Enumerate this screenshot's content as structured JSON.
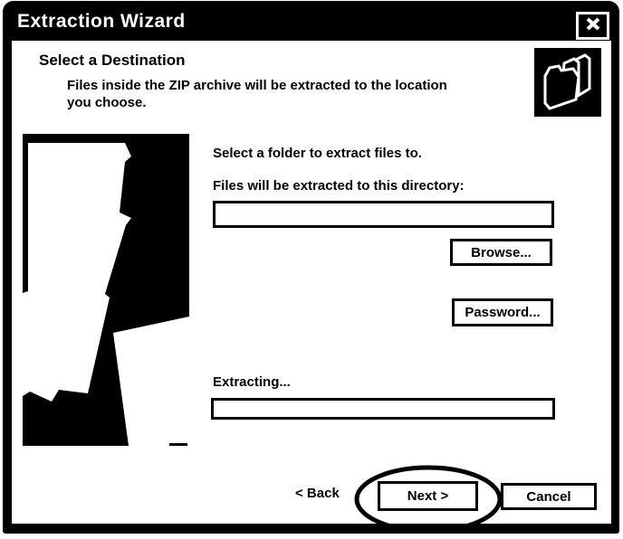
{
  "window": {
    "title": "Extraction Wizard",
    "close_icon": "close-icon"
  },
  "header": {
    "title": "Select a Destination",
    "description": "Files inside the ZIP archive will be extracted to the location you choose.",
    "icon": "folders-icon"
  },
  "main": {
    "instruction": "Select a folder to extract files to.",
    "directory_label": "Files will be extracted to this directory:",
    "directory_value": "",
    "browse_button": "Browse...",
    "password_button": "Password...",
    "extracting_label": "Extracting...",
    "progress_percent": 0
  },
  "footer": {
    "back_label": "< Back",
    "next_button": "Next >",
    "cancel_button": "Cancel",
    "annotation": "hand-drawn ellipse highlighting Next button"
  },
  "colors": {
    "foreground": "#000000",
    "background": "#ffffff"
  }
}
